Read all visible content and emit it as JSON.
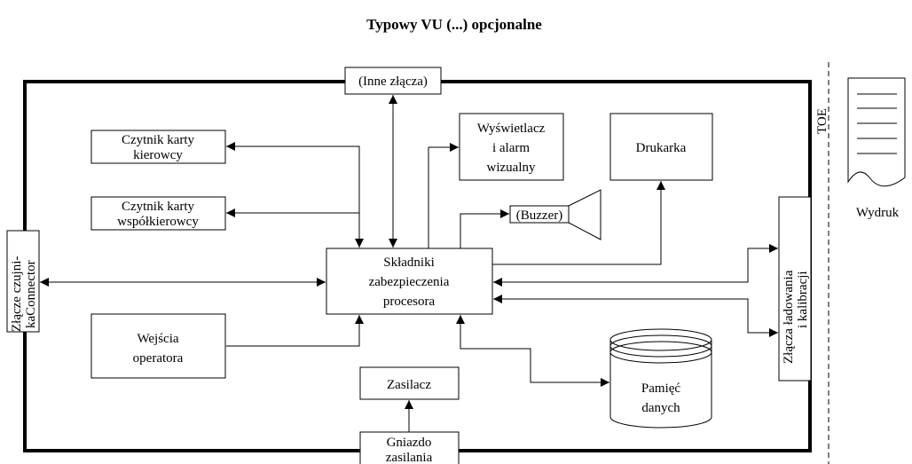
{
  "title": "Typowy VU (...) opcjonalne",
  "toe_label": "TOE",
  "printout_label": "Wydruk",
  "blocks": {
    "inne_zlacza": "(Inne złącza)",
    "czytnik_kierowcy": [
      "Czytnik karty",
      "kierowcy"
    ],
    "czytnik_wspolkierowcy": [
      "Czytnik karty",
      "współkierowcy"
    ],
    "wyswietlacz": [
      "Wyświetlacz",
      "i alarm",
      "wizualny"
    ],
    "drukarka": "Drukarka",
    "buzzer": "(Buzzer)",
    "procesor": [
      "Składniki",
      "zabezpieczenia",
      "procesora"
    ],
    "zlacze_czujnika": [
      "Złącze czujni-",
      "kaConnector"
    ],
    "zlacza_ladowania": [
      "Złącza ładowania",
      "i kalibracji"
    ],
    "wejscia_operatora": [
      "Wejścia",
      "operatora"
    ],
    "pamiec": [
      "Pamięć",
      "danych"
    ],
    "zasilacz": "Zasilacz",
    "gniazdo": [
      "Gniazdo",
      "zasilania"
    ]
  },
  "colors": {
    "line": "#000000",
    "background": "#ffffff"
  }
}
